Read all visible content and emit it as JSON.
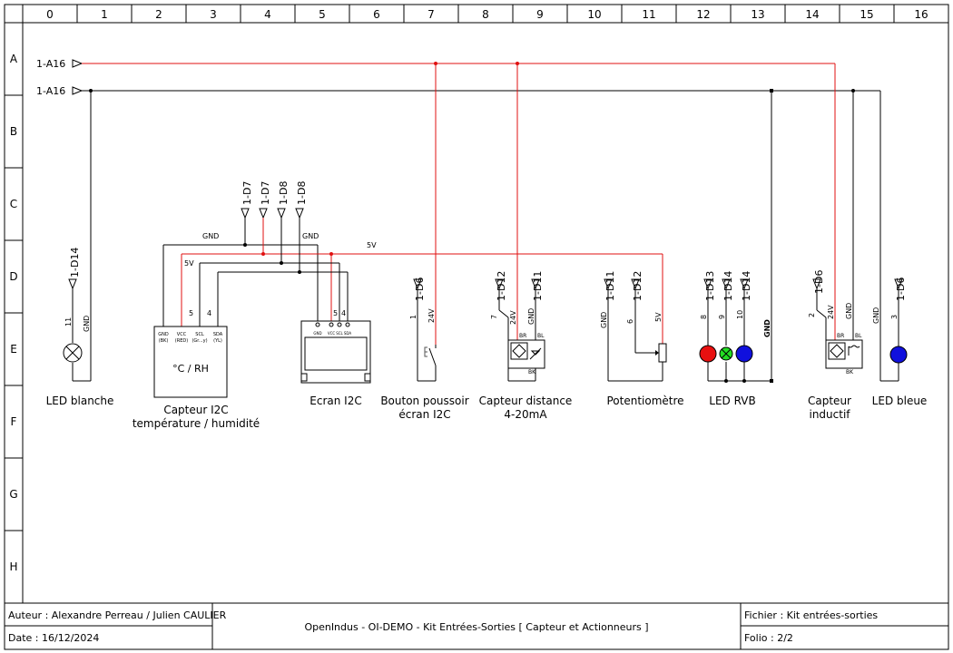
{
  "grid": {
    "columns": [
      "0",
      "1",
      "2",
      "3",
      "4",
      "5",
      "6",
      "7",
      "8",
      "9",
      "10",
      "11",
      "12",
      "13",
      "14",
      "15",
      "16"
    ],
    "rows": [
      "A",
      "B",
      "C",
      "D",
      "E",
      "F",
      "G",
      "H"
    ]
  },
  "rails": {
    "red": "1-A16",
    "black": "1-A16"
  },
  "components": {
    "led_white": {
      "signal": "1-D14",
      "pin": "11",
      "gnd": "GND",
      "label": "LED blanche"
    },
    "i2c_sensor": {
      "pin5": "5",
      "pin4": "4",
      "v5": "5V",
      "gnd": "GND",
      "pins": [
        "GND",
        "VCC",
        "SCL",
        "SDA"
      ],
      "pin_colors": [
        "(BK)",
        "(RED)",
        "(Gr...y)",
        "(YL)"
      ],
      "center": "°C / RH",
      "label1": "Capteur I2C",
      "label2": "température / humidité"
    },
    "screen": {
      "pin5": "5",
      "pin4": "4",
      "gnd": "GND",
      "pins": [
        "GND",
        "VCC",
        "SCL",
        "SDA"
      ],
      "label": "Ecran I2C"
    },
    "i2c_bus": {
      "tags": [
        "1-D7",
        "1-D7",
        "1-D8",
        "1-D8"
      ],
      "v5": "5V"
    },
    "button": {
      "signal": "1-D6",
      "pin": "1",
      "v24": "24V",
      "label1": "Bouton poussoir",
      "label2": "écran I2C"
    },
    "distance": {
      "signal1": "1-D12",
      "signal2": "1-D11",
      "pin": "7",
      "v24": "24V",
      "gnd": "GND",
      "br": "BR",
      "bl": "BL",
      "bk": "BK",
      "label1": "Capteur distance",
      "label2": "4-20mA"
    },
    "pot": {
      "signal1": "1-D11",
      "signal2": "1-D12",
      "gnd": "GND",
      "pin": "6",
      "v5": "5V",
      "label": "Potentiomètre"
    },
    "rgb": {
      "signals": [
        "1-D13",
        "1-D14",
        "1-D14"
      ],
      "pins": [
        "8",
        "9",
        "10"
      ],
      "gnd": "GND",
      "label": "LED RVB",
      "colors": [
        "#e81010",
        "#22dd22",
        "#1010dd"
      ]
    },
    "inductive": {
      "signal": "1-D6",
      "pin": "2",
      "v24": "24V",
      "gnd": "GND",
      "br": "BR",
      "bl": "BL",
      "bk": "BK",
      "label1": "Capteur",
      "label2": "inductif"
    },
    "led_blue": {
      "signal": "1-D6",
      "pin": "3",
      "gnd": "GND",
      "label": "LED bleue",
      "color": "#1010dd"
    }
  },
  "title_block": {
    "author": "Auteur : Alexandre Perreau / Julien CAULIER",
    "date": "Date : 16/12/2024",
    "title": "OpenIndus - OI-DEMO - Kit Entrées-Sorties  [ Capteur et Actionneurs ]",
    "file": "Fichier : Kit entrées-sorties",
    "folio": "Folio : 2/2"
  },
  "wire_colors": {
    "power": "#e01010",
    "ground": "#000000"
  }
}
